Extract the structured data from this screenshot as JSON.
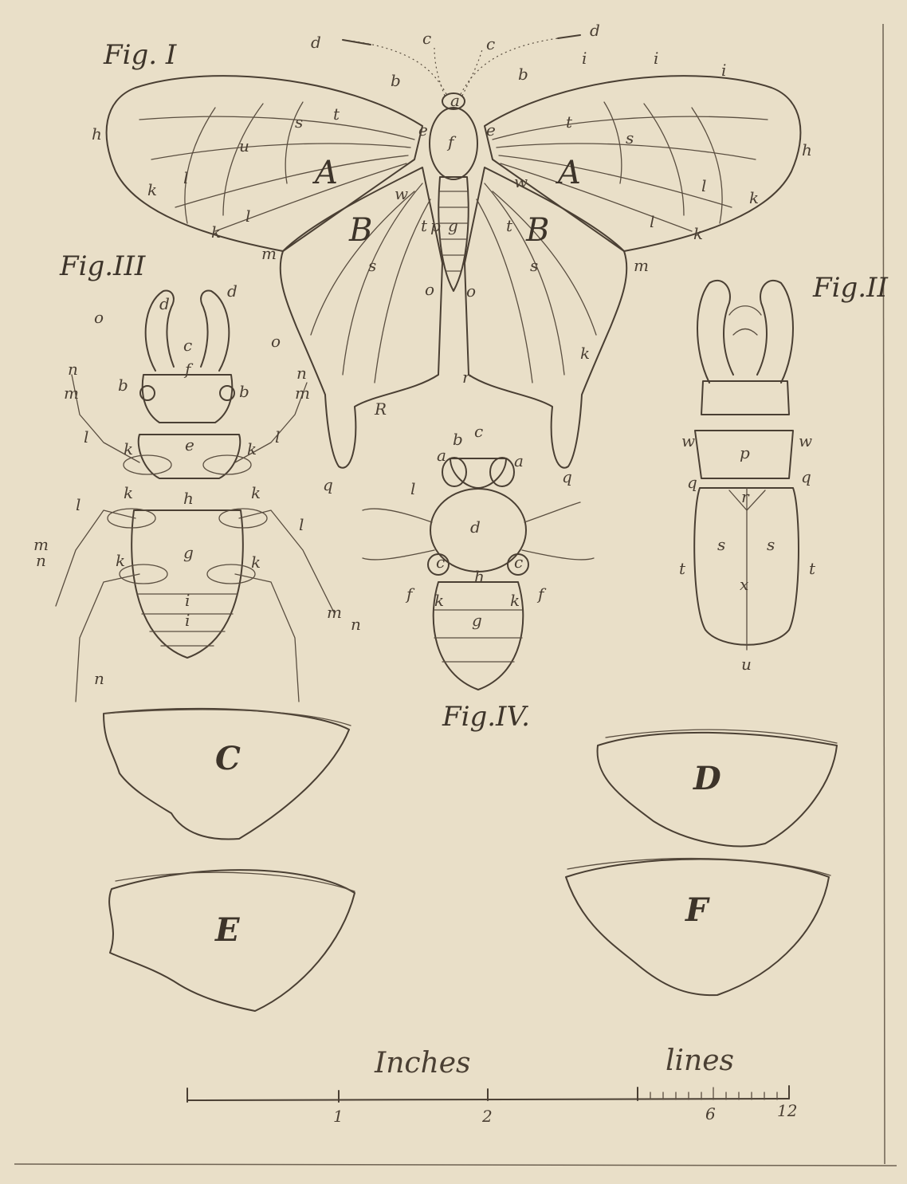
{
  "plate": {
    "figures": {
      "fig1": {
        "title": "Fig. I",
        "wing_letters": [
          "A",
          "A",
          "B",
          "B"
        ]
      },
      "fig2": {
        "title": "Fig.II"
      },
      "fig3": {
        "title": "Fig.III"
      },
      "fig4": {
        "title": "Fig.IV."
      }
    },
    "wing_panels": [
      "C",
      "D",
      "E",
      "F"
    ],
    "scale": {
      "inches_label": "Inches",
      "lines_label": "lines",
      "tick_labels": [
        "1",
        "2",
        "6",
        "12"
      ]
    },
    "part_labels": {
      "fig1": [
        "a",
        "b",
        "b",
        "c",
        "c",
        "d",
        "d",
        "e",
        "e",
        "f",
        "g",
        "h",
        "h",
        "i",
        "i",
        "i",
        "k",
        "k",
        "k",
        "k",
        "k",
        "l",
        "l",
        "l",
        "l",
        "m",
        "m",
        "o",
        "o",
        "p",
        "q",
        "q",
        "r",
        "R",
        "s",
        "s",
        "s",
        "s",
        "t",
        "t",
        "t",
        "t",
        "u",
        "w",
        "w"
      ],
      "fig2": [
        "p",
        "q",
        "q",
        "r",
        "s",
        "s",
        "t",
        "t",
        "u",
        "w",
        "w",
        "x"
      ],
      "fig3": [
        "b",
        "b",
        "c",
        "d",
        "d",
        "e",
        "f",
        "g",
        "h",
        "i",
        "i",
        "k",
        "k",
        "k",
        "k",
        "k",
        "k",
        "l",
        "l",
        "l",
        "l",
        "m",
        "m",
        "m",
        "m",
        "n",
        "n",
        "n",
        "n",
        "n",
        "o",
        "o"
      ],
      "fig4": [
        "a",
        "a",
        "b",
        "c",
        "c",
        "c",
        "d",
        "f",
        "f",
        "g",
        "h",
        "k",
        "k",
        "l"
      ]
    }
  }
}
